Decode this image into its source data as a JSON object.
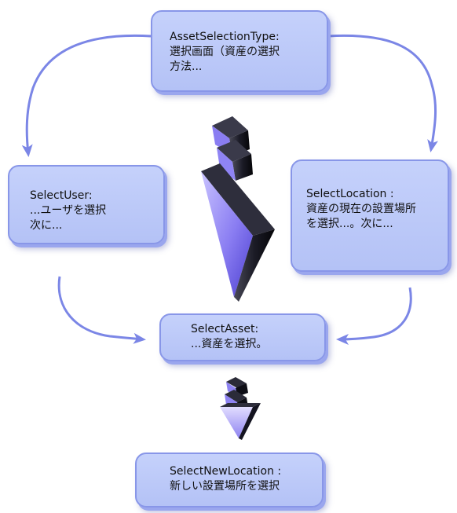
{
  "diagram": {
    "nodes": {
      "asset_selection_type": {
        "line1": "AssetSelectionType:",
        "line2": "選択画面（資産の選択",
        "line3": "方法..."
      },
      "select_user": {
        "line1": "SelectUser:",
        "line2": "...ユーザを選択",
        "line3": "次に..."
      },
      "select_location": {
        "line1": "SelectLocation :",
        "line2": "資産の現在の設置場所",
        "line3": "を選択...。次に..."
      },
      "select_asset": {
        "line1": "SelectAsset:",
        "line2": "...資産を選択。"
      },
      "select_new_location": {
        "line1": "SelectNewLocation :",
        "line2": "新しい設置場所を選択"
      }
    },
    "colors": {
      "node_fill": "#bcc9f8",
      "node_border": "#8896e8",
      "connector": "#7b86e6",
      "big_arrow_light": "#a79bff",
      "big_arrow_dark": "#0b0b1a"
    }
  }
}
